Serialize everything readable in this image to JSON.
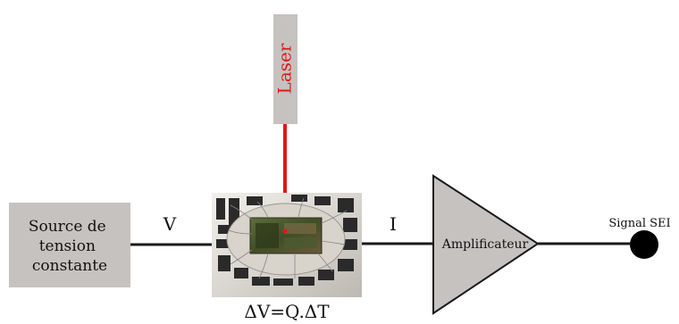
{
  "diagram": {
    "laser_label": "Laser",
    "source_label_lines": [
      "Source de",
      "tension",
      "constante"
    ],
    "voltage_label": "V",
    "current_label": "I",
    "amplifier_label": "Amplificateur",
    "output_label": "Signal SEI",
    "equation_label": "ΔV=Q.ΔT"
  },
  "colors": {
    "box_fill": "#c6c2c0",
    "line": "#1a1a1a",
    "laser_beam": "#e01818",
    "laser_text": "#e01818",
    "amplifier_fill": "#c6c2c0",
    "output_dot": "#000000"
  },
  "icons": {
    "chip_photo": "integrated-circuit-chip-photo"
  }
}
